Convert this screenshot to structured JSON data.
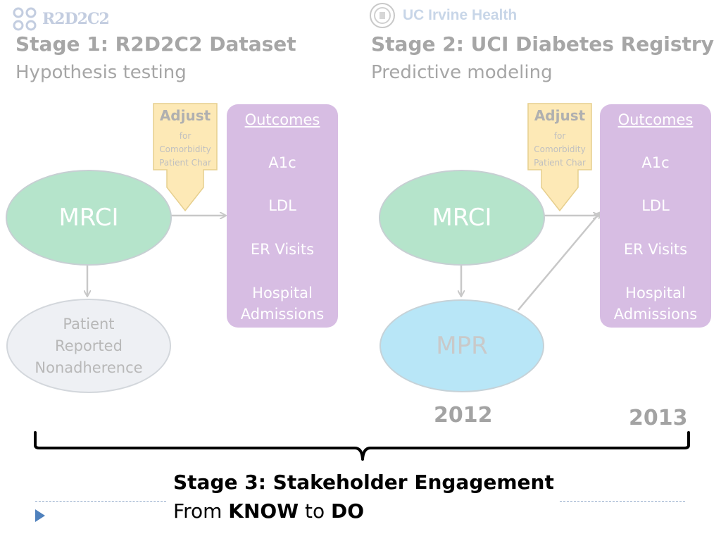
{
  "logos": {
    "left_text": "R2D2C2",
    "right_text": "UC Irvine Health"
  },
  "stage1": {
    "title": "Stage 1: R2D2C2 Dataset",
    "subtitle": "Hypothesis testing",
    "adjust": {
      "title": "Adjust",
      "lines": [
        "for",
        "Comorbidity",
        "Patient Char"
      ]
    },
    "mrci": "MRCI",
    "patient_reported": [
      "Patient",
      "Reported",
      "Nonadherence"
    ],
    "outcomes": {
      "title": "Outcomes",
      "items": [
        "A1c",
        "LDL",
        "ER Visits",
        "Hospital",
        "Admissions"
      ]
    }
  },
  "stage2": {
    "title": "Stage 2: UCI Diabetes Registry",
    "subtitle": "Predictive modeling",
    "adjust": {
      "title": "Adjust",
      "lines": [
        "for",
        "Comorbidity",
        "Patient Char"
      ]
    },
    "mrci": "MRCI",
    "mpr": "MPR",
    "outcomes": {
      "title": "Outcomes",
      "items": [
        "A1c",
        "LDL",
        "ER Visits",
        "Hospital",
        "Admissions"
      ]
    }
  },
  "years": {
    "left": "2012",
    "right": "2013"
  },
  "stage3": {
    "title": "Stage 3: Stakeholder Engagement",
    "sub_from": "From",
    "sub_know": "KNOW",
    "sub_to": "to",
    "sub_do": "DO"
  },
  "colors": {
    "heading_gray": "#a6a6a6",
    "mrci_green": "#b5e4cb",
    "mpr_blue": "#b8e6f7",
    "outcomes_purple": "#d7bde3",
    "adjust_yellow": "#fde9b6",
    "bullet_blue": "#4f81bd"
  }
}
